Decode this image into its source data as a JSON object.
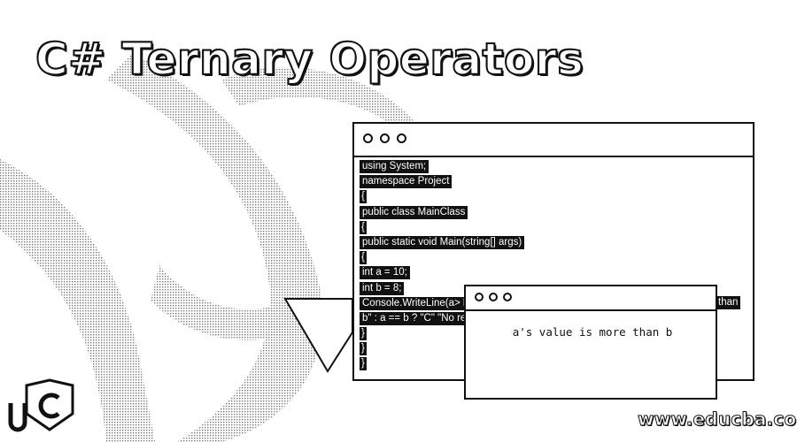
{
  "title": "C# Ternary Operators",
  "code_window": {
    "lines": [
      "using System;",
      "namespace Project",
      "{",
      "public class MainClass",
      "{",
      "public static void Main(string[] args)",
      "{",
      "int a = 10;",
      "int b = 8;",
      "Console.WriteLine(a> b",
      "b\" : a == b ? \"C\"  \"No re",
      "}",
      "}",
      "}"
    ],
    "overflow_text": "than"
  },
  "output_window": {
    "text": "a's value is more than b"
  },
  "watermark": "www.educba.com"
}
